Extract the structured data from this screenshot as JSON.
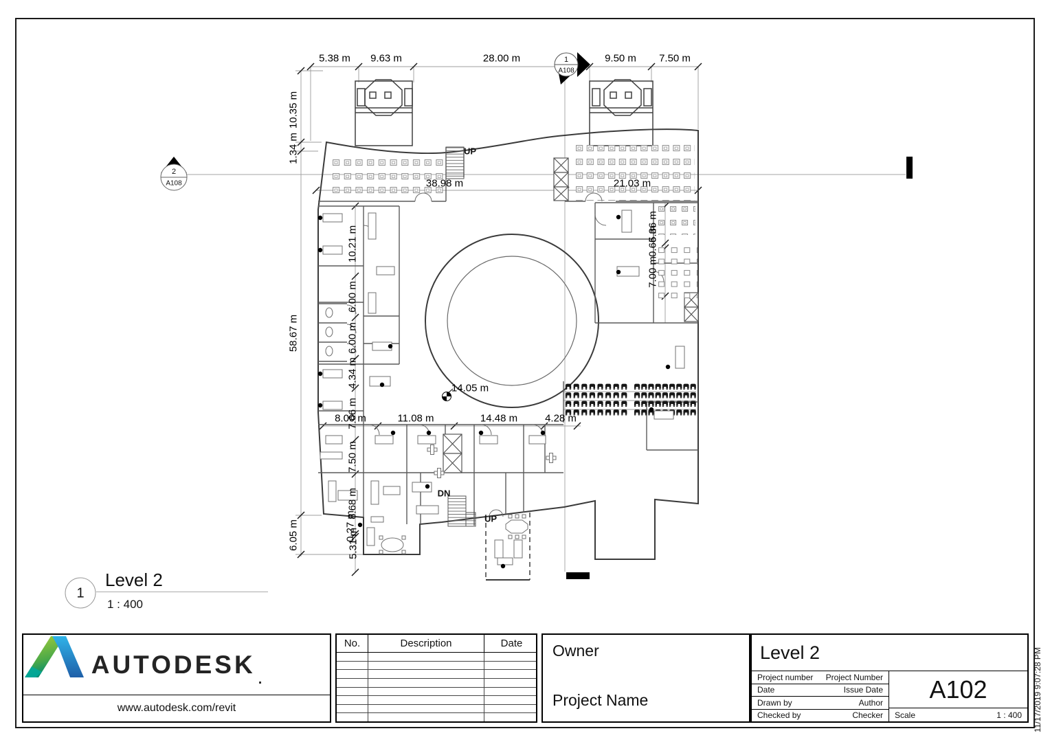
{
  "colors": {
    "wall": "#3a3a3a",
    "partition": "#5a5a5a",
    "dimension_line": "#999999",
    "section_line": "#b8b8b8",
    "seat_fill": "#161616",
    "logo_green": "#8DC63F",
    "logo_green_dark": "#008C70",
    "logo_blue": "#2FB3E8",
    "logo_blue_dark": "#1F5FA8"
  },
  "view_title": {
    "number": "1",
    "name": "Level 2",
    "scale": "1 : 400"
  },
  "section_markers": {
    "top": {
      "detail": "1",
      "sheet": "A108"
    },
    "left": {
      "detail": "2",
      "sheet": "A108"
    }
  },
  "plan": {
    "labels": {
      "up_top": "UP",
      "down": "DN",
      "up_bottom": "UP",
      "spot_elevation": "14.05 m"
    }
  },
  "dimensions": {
    "top": [
      "5.38 m",
      "9.63 m",
      "28.00 m",
      "9.50 m",
      "7.50 m"
    ],
    "left_outer": [
      "10.35 m",
      "1.34 m",
      "58.67 m",
      "6.05 m"
    ],
    "left_inner": [
      "10.21 m",
      "6.00 m",
      "6.00 m",
      "4.34 m",
      "7.66 m",
      "7.50 m",
      "8.68 m",
      "0.27 m",
      "5.31 m"
    ],
    "inner_horizontal": [
      "38.98 m",
      "21.03 m",
      "8.00 m",
      "11.08 m",
      "14.48 m",
      "4.28 m"
    ],
    "right_inner": [
      "5.36 m",
      "0.66 m",
      "7.00 m"
    ]
  },
  "title_block": {
    "logo": {
      "brand": "AUTODESK",
      "mark": ".",
      "website": "www.autodesk.com/revit"
    },
    "revision_table": {
      "columns": [
        "No.",
        "Description",
        "Date"
      ]
    },
    "owner": "Owner",
    "project_name": "Project Name",
    "sheet_title": "Level 2",
    "fields": [
      {
        "label": "Project number",
        "value": "Project Number"
      },
      {
        "label": "Date",
        "value": "Issue Date"
      },
      {
        "label": "Drawn by",
        "value": "Author"
      },
      {
        "label": "Checked by",
        "value": "Checker"
      }
    ],
    "sheet_number": "A102",
    "scale": {
      "label": "Scale",
      "value": "1 : 400"
    },
    "print_timestamp": "11/17/2019 9:07:28 PM"
  }
}
